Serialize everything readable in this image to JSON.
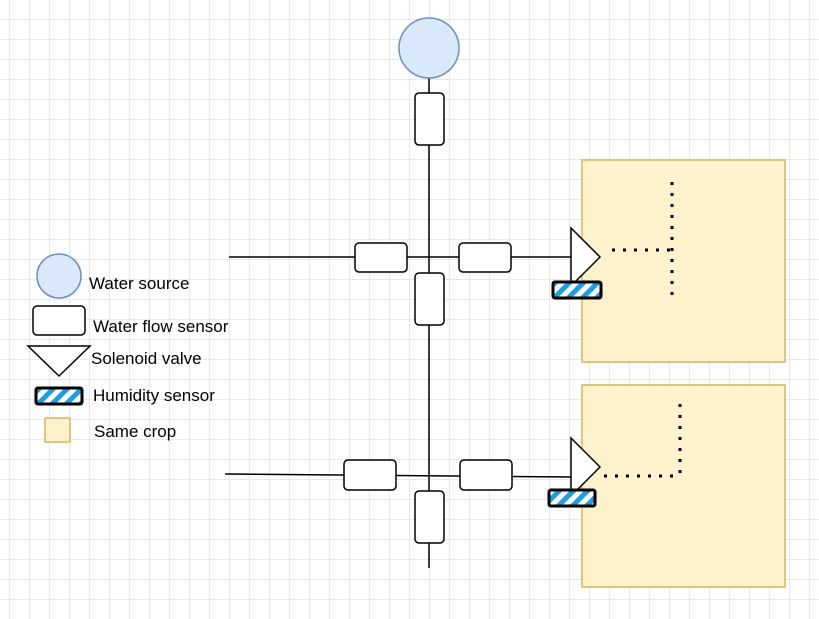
{
  "legend": {
    "items": [
      {
        "icon": "water-source-icon",
        "label": "Water source"
      },
      {
        "icon": "water-flow-sensor-icon",
        "label": "Water flow sensor"
      },
      {
        "icon": "solenoid-valve-icon",
        "label": "Solenoid valve"
      },
      {
        "icon": "humidity-sensor-icon",
        "label": "Humidity sensor"
      },
      {
        "icon": "crop-icon",
        "label": "Same crop"
      }
    ]
  },
  "colors": {
    "water_source_fill": "#dae8fc",
    "water_source_stroke": "#6c8ebf",
    "crop_fill": "#fff2cc",
    "crop_stroke": "#d6b656",
    "humidity_stripe": "#1ba1e2",
    "line": "#000000"
  }
}
